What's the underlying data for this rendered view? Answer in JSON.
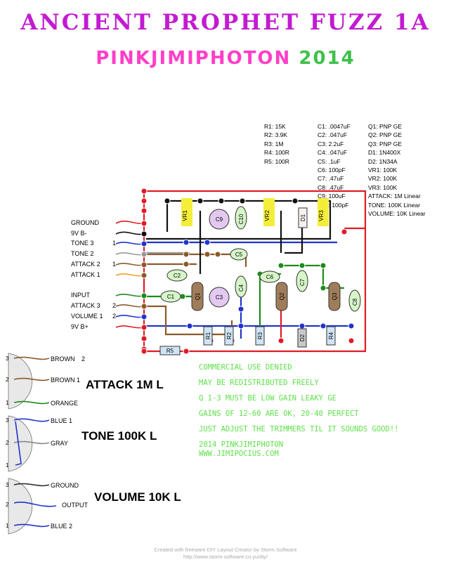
{
  "title": "ANCIENT PROPHET FUZZ 1A",
  "subtitle": {
    "name": "PINKJIMIPHOTON",
    "year": "2014"
  },
  "parts": {
    "col1": [
      "R1: 15K",
      "R2: 3.9K",
      "R3: 1M",
      "R4: 100R",
      "R5: 100R"
    ],
    "col2": [
      "C1: .0047uF",
      "C2: .047uF",
      "C3: 2.2uF",
      "C4: .047uF",
      "C5: .1uF",
      "C6: 100pF",
      "C7: .47uF",
      "C8: .47uF",
      "C9: 100uF",
      "C10: 100pF"
    ],
    "col3": [
      "Q1: PNP GE",
      "Q2: PNP GE",
      "Q3: PNP GE",
      "D1: 1N400X",
      "D2: 1N34A",
      "VR1: 100K",
      "VR2: 100K",
      "VR3: 100K",
      "ATTACK: 1M Linear",
      "TONE: 100K Linear",
      "VOLUME: 10K Linear"
    ]
  },
  "wire_labels": [
    "GROUND",
    "9V B-",
    "TONE 3",
    "TONE 2",
    "ATTACK 2",
    "ATTACK 1",
    "INPUT",
    "ATTACK 3",
    "VOLUME 1",
    "9V B+"
  ],
  "wire_numbers": {
    "tone3": "1",
    "attack2": "1",
    "attack3": "2",
    "volume1": "2"
  },
  "components": {
    "resistors": [
      "R1",
      "R2",
      "R3",
      "R4",
      "R5"
    ],
    "caps": [
      "C1",
      "C2",
      "C3",
      "C4",
      "C5",
      "C6",
      "C7",
      "C8",
      "C9",
      "C10"
    ],
    "transistors": [
      "Q1",
      "Q2",
      "Q3"
    ],
    "diodes": [
      "D1",
      "D2"
    ],
    "trimmers": [
      "VR1",
      "VR2",
      "VR3"
    ]
  },
  "pots": {
    "attack": {
      "name": "ATTACK 1M L",
      "lugs": [
        "3",
        "2",
        "1"
      ],
      "wires": [
        "BROWN",
        "BROWN 1",
        "ORANGE"
      ],
      "wire_numbers": [
        "2"
      ]
    },
    "tone": {
      "name": "TONE 100K L",
      "lugs": [
        "3",
        "2",
        "1"
      ],
      "wires": [
        "BLUE 1",
        "GRAY"
      ]
    },
    "volume": {
      "name": "VOLUME 10K L",
      "lugs": [
        "3",
        "2",
        "1"
      ],
      "wires": [
        "GROUND",
        "OUTPUT",
        "BLUE 2"
      ]
    }
  },
  "notes": [
    "COMMERCIAL USE DENIED",
    "MAY BE REDISTRIBUTED FREELY",
    "Q 1-3 MUST BE LOW GAIN LEAKY GE",
    "GAINS OF 12-60 ARE OK, 20-40 PERFECT",
    "JUST ADJUST THE TRIMMERS TIL IT SOUNDS GOOD!!",
    "2014 PINKJIMIPHOTON",
    "WWW.JIMIPOCIUS.COM"
  ],
  "footer": [
    "Created with freeware DIY Layout Creator by Storm Software",
    "http://www.storm-software.co.yu/diy/"
  ],
  "colors": {
    "title": "#c21bd1",
    "subtitle_name": "#ff3fc8",
    "subtitle_year": "#3ec14a",
    "notes": "#5ee14a",
    "red": "#e01b24",
    "black": "#111111",
    "blue": "#2233cc",
    "green": "#1c8c1c",
    "brown": "#8b5a2b",
    "yellow": "#f4ee3a"
  }
}
